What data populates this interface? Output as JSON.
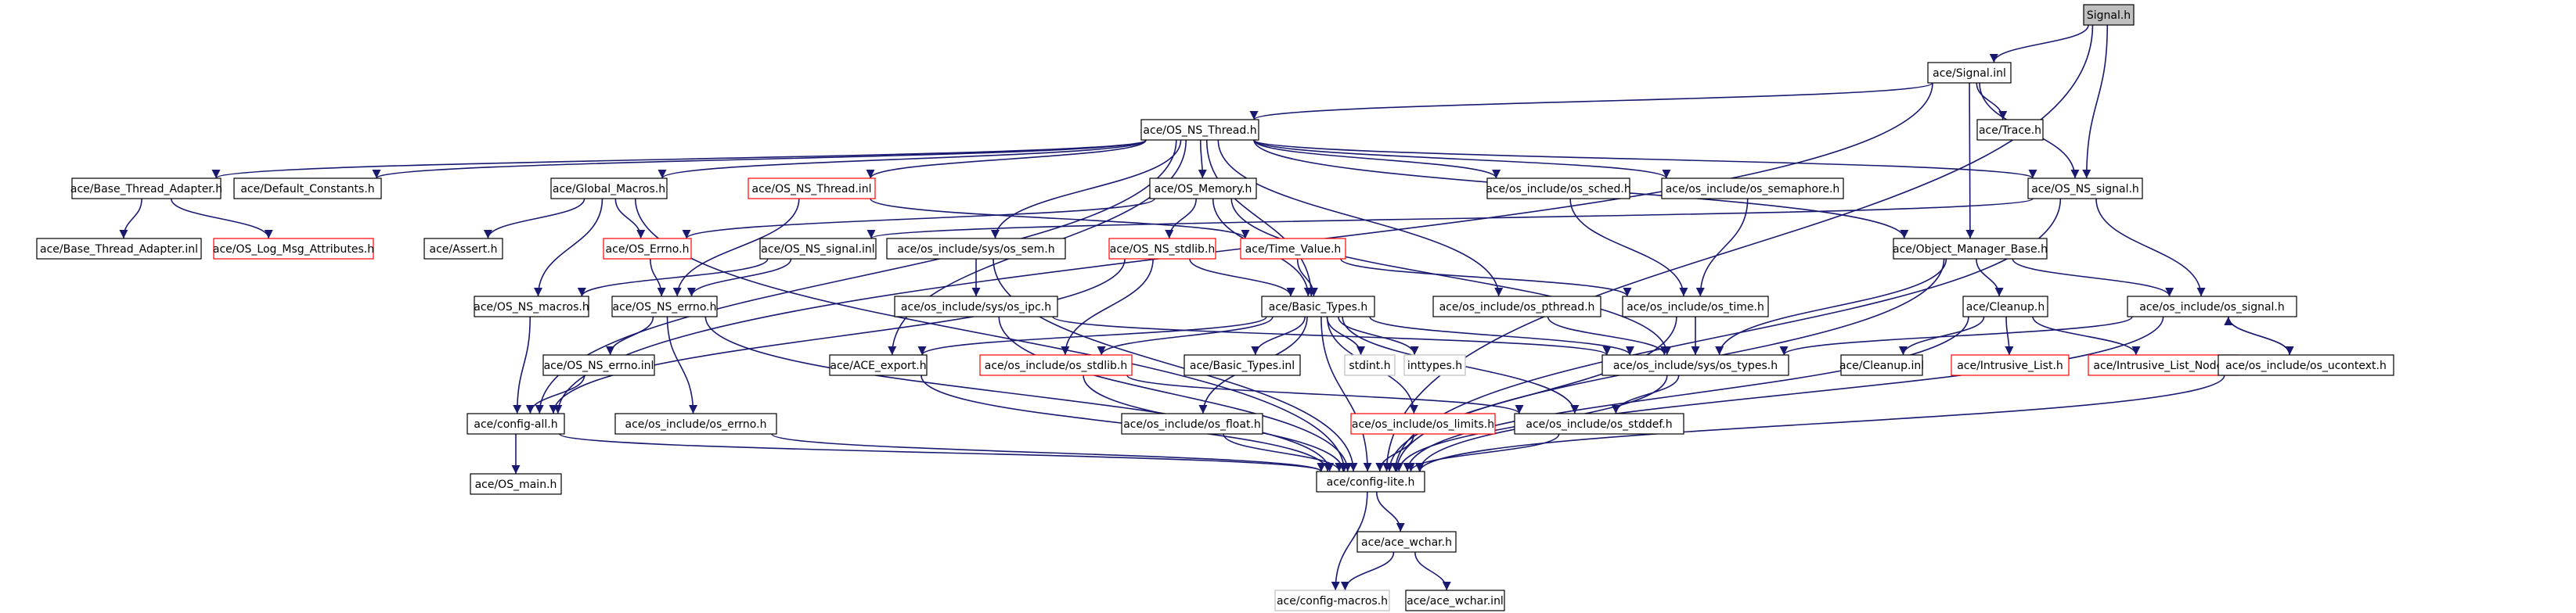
{
  "graph": {
    "nodes": [
      {
        "id": "signal_h",
        "label": "Signal.h",
        "style": "root"
      },
      {
        "id": "signal_inl",
        "label": "ace/Signal.inl",
        "style": "normal"
      },
      {
        "id": "trace_h",
        "label": "ace/Trace.h",
        "style": "normal"
      },
      {
        "id": "os_ns_thread_h",
        "label": "ace/OS_NS_Thread.h",
        "style": "normal"
      },
      {
        "id": "base_thread_adapter_h",
        "label": "ace/Base_Thread_Adapter.h",
        "style": "normal"
      },
      {
        "id": "default_constants_h",
        "label": "ace/Default_Constants.h",
        "style": "normal"
      },
      {
        "id": "global_macros_h",
        "label": "ace/Global_Macros.h",
        "style": "normal"
      },
      {
        "id": "os_ns_thread_inl",
        "label": "ace/OS_NS_Thread.inl",
        "style": "undocumented"
      },
      {
        "id": "os_memory_h",
        "label": "ace/OS_Memory.h",
        "style": "normal"
      },
      {
        "id": "os_sched_h",
        "label": "ace/os_include/os_sched.h",
        "style": "normal"
      },
      {
        "id": "os_semaphore_h",
        "label": "ace/os_include/os_semaphore.h",
        "style": "normal"
      },
      {
        "id": "os_ns_signal_h",
        "label": "ace/OS_NS_signal.h",
        "style": "normal"
      },
      {
        "id": "base_thread_adapter_inl",
        "label": "ace/Base_Thread_Adapter.inl",
        "style": "normal"
      },
      {
        "id": "os_log_msg_attributes_h",
        "label": "ace/OS_Log_Msg_Attributes.h",
        "style": "undocumented"
      },
      {
        "id": "assert_h",
        "label": "ace/Assert.h",
        "style": "normal"
      },
      {
        "id": "os_errno_h",
        "label": "ace/OS_Errno.h",
        "style": "undocumented"
      },
      {
        "id": "os_ns_signal_inl",
        "label": "ace/OS_NS_signal.inl",
        "style": "normal"
      },
      {
        "id": "sys_os_sem_h",
        "label": "ace/os_include/sys/os_sem.h",
        "style": "normal"
      },
      {
        "id": "os_ns_stdlib_h",
        "label": "ace/OS_NS_stdlib.h",
        "style": "undocumented"
      },
      {
        "id": "time_value_h",
        "label": "ace/Time_Value.h",
        "style": "undocumented"
      },
      {
        "id": "object_manager_base_h",
        "label": "ace/Object_Manager_Base.h",
        "style": "normal"
      },
      {
        "id": "os_ns_macros_h",
        "label": "ace/OS_NS_macros.h",
        "style": "normal"
      },
      {
        "id": "os_ns_errno_h",
        "label": "ace/OS_NS_errno.h",
        "style": "normal"
      },
      {
        "id": "sys_os_ipc_h",
        "label": "ace/os_include/sys/os_ipc.h",
        "style": "normal"
      },
      {
        "id": "basic_types_h",
        "label": "ace/Basic_Types.h",
        "style": "normal"
      },
      {
        "id": "os_pthread_h",
        "label": "ace/os_include/os_pthread.h",
        "style": "normal"
      },
      {
        "id": "os_time_h",
        "label": "ace/os_include/os_time.h",
        "style": "normal"
      },
      {
        "id": "cleanup_h",
        "label": "ace/Cleanup.h",
        "style": "normal"
      },
      {
        "id": "os_signal_h",
        "label": "ace/os_include/os_signal.h",
        "style": "normal"
      },
      {
        "id": "ace_export_h",
        "label": "ace/ACE_export.h",
        "style": "normal"
      },
      {
        "id": "os_stdlib_h",
        "label": "ace/os_include/os_stdlib.h",
        "style": "undocumented"
      },
      {
        "id": "basic_types_inl",
        "label": "ace/Basic_Types.inl",
        "style": "normal"
      },
      {
        "id": "stdint_h",
        "label": "stdint.h",
        "style": "external"
      },
      {
        "id": "inttypes_h",
        "label": "inttypes.h",
        "style": "external"
      },
      {
        "id": "sys_os_types_h",
        "label": "ace/os_include/sys/os_types.h",
        "style": "normal"
      },
      {
        "id": "cleanup_inl",
        "label": "ace/Cleanup.inl",
        "style": "normal"
      },
      {
        "id": "intrusive_list_h",
        "label": "ace/Intrusive_List.h",
        "style": "undocumented"
      },
      {
        "id": "intrusive_list_node_h",
        "label": "ace/Intrusive_List_Node.h",
        "style": "undocumented"
      },
      {
        "id": "os_ucontext_h",
        "label": "ace/os_include/os_ucontext.h",
        "style": "normal"
      },
      {
        "id": "os_ns_errno_inl",
        "label": "ace/OS_NS_errno.inl",
        "style": "normal"
      },
      {
        "id": "config_all_h",
        "label": "ace/config-all.h",
        "style": "normal"
      },
      {
        "id": "os_errno_inc_h",
        "label": "ace/os_include/os_errno.h",
        "style": "normal"
      },
      {
        "id": "os_float_h",
        "label": "ace/os_include/os_float.h",
        "style": "normal"
      },
      {
        "id": "os_limits_h",
        "label": "ace/os_include/os_limits.h",
        "style": "undocumented"
      },
      {
        "id": "os_stddef_h",
        "label": "ace/os_include/os_stddef.h",
        "style": "normal"
      },
      {
        "id": "os_main_h",
        "label": "ace/OS_main.h",
        "style": "normal"
      },
      {
        "id": "config_lite_h",
        "label": "ace/config-lite.h",
        "style": "normal"
      },
      {
        "id": "ace_wchar_h",
        "label": "ace/ace_wchar.h",
        "style": "normal"
      },
      {
        "id": "config_macros_h",
        "label": "ace/config-macros.h",
        "style": "external"
      },
      {
        "id": "ace_wchar_inl",
        "label": "ace/ace_wchar.inl",
        "style": "normal"
      }
    ],
    "edges": [
      [
        "signal_h",
        "signal_inl"
      ],
      [
        "signal_h",
        "os_ns_signal_h"
      ],
      [
        "signal_h",
        "config_lite_h"
      ],
      [
        "signal_inl",
        "trace_h"
      ],
      [
        "signal_inl",
        "os_ns_thread_h"
      ],
      [
        "signal_inl",
        "os_ns_signal_h"
      ],
      [
        "signal_inl",
        "object_manager_base_h"
      ],
      [
        "signal_inl",
        "config_all_h"
      ],
      [
        "os_ns_thread_h",
        "base_thread_adapter_h"
      ],
      [
        "os_ns_thread_h",
        "default_constants_h"
      ],
      [
        "os_ns_thread_h",
        "global_macros_h"
      ],
      [
        "os_ns_thread_h",
        "os_ns_thread_inl"
      ],
      [
        "os_ns_thread_h",
        "os_memory_h"
      ],
      [
        "os_ns_thread_h",
        "os_sched_h"
      ],
      [
        "os_ns_thread_h",
        "os_semaphore_h"
      ],
      [
        "os_ns_thread_h",
        "os_ns_signal_h"
      ],
      [
        "os_ns_thread_h",
        "object_manager_base_h"
      ],
      [
        "os_ns_thread_h",
        "config_all_h"
      ],
      [
        "os_ns_thread_h",
        "sys_os_sem_h"
      ],
      [
        "os_ns_thread_h",
        "basic_types_h"
      ],
      [
        "os_ns_thread_h",
        "os_pthread_h"
      ],
      [
        "os_ns_thread_h",
        "ace_export_h"
      ],
      [
        "base_thread_adapter_h",
        "base_thread_adapter_inl"
      ],
      [
        "base_thread_adapter_h",
        "os_log_msg_attributes_h"
      ],
      [
        "global_macros_h",
        "assert_h"
      ],
      [
        "global_macros_h",
        "os_errno_h"
      ],
      [
        "global_macros_h",
        "os_ns_macros_h"
      ],
      [
        "global_macros_h",
        "config_lite_h"
      ],
      [
        "os_ns_thread_inl",
        "os_ns_errno_h"
      ],
      [
        "os_ns_thread_inl",
        "time_value_h"
      ],
      [
        "os_memory_h",
        "os_errno_h"
      ],
      [
        "os_memory_h",
        "os_ns_stdlib_h"
      ],
      [
        "os_memory_h",
        "basic_types_h"
      ],
      [
        "os_memory_h",
        "sys_os_types_h"
      ],
      [
        "os_sched_h",
        "os_time_h"
      ],
      [
        "os_semaphore_h",
        "os_time_h"
      ],
      [
        "os_ns_signal_h",
        "os_ns_signal_inl"
      ],
      [
        "os_ns_signal_h",
        "os_signal_h"
      ],
      [
        "os_ns_signal_h",
        "config_lite_h"
      ],
      [
        "os_errno_h",
        "os_ns_errno_h"
      ],
      [
        "os_ns_signal_inl",
        "os_ns_macros_h"
      ],
      [
        "os_ns_signal_inl",
        "os_ns_errno_h"
      ],
      [
        "sys_os_sem_h",
        "sys_os_ipc_h"
      ],
      [
        "sys_os_sem_h",
        "config_lite_h"
      ],
      [
        "os_ns_stdlib_h",
        "basic_types_h"
      ],
      [
        "os_ns_stdlib_h",
        "os_stdlib_h"
      ],
      [
        "os_ns_stdlib_h",
        "config_all_h"
      ],
      [
        "time_value_h",
        "basic_types_h"
      ],
      [
        "time_value_h",
        "os_time_h"
      ],
      [
        "object_manager_base_h",
        "cleanup_h"
      ],
      [
        "object_manager_base_h",
        "os_signal_h"
      ],
      [
        "object_manager_base_h",
        "sys_os_types_h"
      ],
      [
        "object_manager_base_h",
        "config_lite_h"
      ],
      [
        "os_ns_macros_h",
        "config_all_h"
      ],
      [
        "os_ns_errno_h",
        "os_ns_errno_inl"
      ],
      [
        "os_ns_errno_h",
        "os_errno_inc_h"
      ],
      [
        "os_ns_errno_h",
        "config_lite_h"
      ],
      [
        "sys_os_ipc_h",
        "sys_os_types_h"
      ],
      [
        "sys_os_ipc_h",
        "config_lite_h"
      ],
      [
        "basic_types_h",
        "ace_export_h"
      ],
      [
        "basic_types_h",
        "os_stdlib_h"
      ],
      [
        "basic_types_h",
        "basic_types_inl"
      ],
      [
        "basic_types_h",
        "stdint_h"
      ],
      [
        "basic_types_h",
        "inttypes_h"
      ],
      [
        "basic_types_h",
        "sys_os_types_h"
      ],
      [
        "basic_types_h",
        "os_float_h"
      ],
      [
        "basic_types_h",
        "os_limits_h"
      ],
      [
        "basic_types_h",
        "os_stddef_h"
      ],
      [
        "basic_types_h",
        "config_lite_h"
      ],
      [
        "os_pthread_h",
        "sys_os_types_h"
      ],
      [
        "os_time_h",
        "sys_os_types_h"
      ],
      [
        "os_time_h",
        "config_lite_h"
      ],
      [
        "cleanup_h",
        "cleanup_inl"
      ],
      [
        "cleanup_h",
        "intrusive_list_h"
      ],
      [
        "cleanup_h",
        "intrusive_list_node_h"
      ],
      [
        "cleanup_h",
        "config_lite_h"
      ],
      [
        "os_signal_h",
        "sys_os_types_h"
      ],
      [
        "os_signal_h",
        "os_ucontext_h"
      ],
      [
        "os_signal_h",
        "config_lite_h"
      ],
      [
        "os_ucontext_h",
        "os_signal_h"
      ],
      [
        "os_ucontext_h",
        "config_lite_h"
      ],
      [
        "ace_export_h",
        "config_lite_h"
      ],
      [
        "os_stdlib_h",
        "os_stddef_h"
      ],
      [
        "os_stdlib_h",
        "config_lite_h"
      ],
      [
        "sys_os_types_h",
        "os_stddef_h"
      ],
      [
        "sys_os_types_h",
        "config_lite_h"
      ],
      [
        "os_ns_errno_inl",
        "config_all_h"
      ],
      [
        "os_errno_inc_h",
        "config_lite_h"
      ],
      [
        "config_all_h",
        "os_main_h"
      ],
      [
        "config_all_h",
        "config_lite_h"
      ],
      [
        "os_float_h",
        "config_lite_h"
      ],
      [
        "os_limits_h",
        "config_lite_h"
      ],
      [
        "os_stddef_h",
        "config_lite_h"
      ],
      [
        "config_lite_h",
        "ace_wchar_h"
      ],
      [
        "config_lite_h",
        "config_macros_h"
      ],
      [
        "ace_wchar_h",
        "config_macros_h"
      ],
      [
        "ace_wchar_h",
        "ace_wchar_inl"
      ]
    ]
  }
}
